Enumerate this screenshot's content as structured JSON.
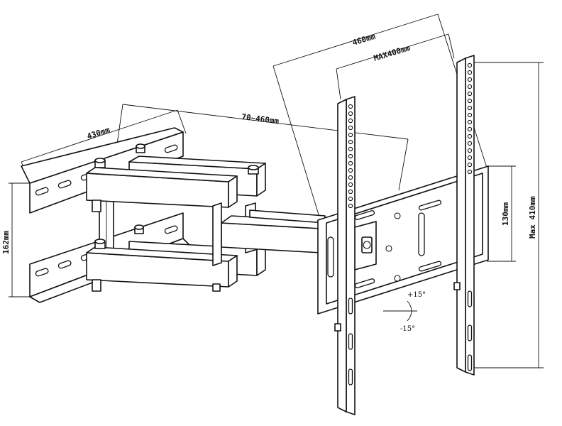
{
  "dimensions": {
    "width_mount": "430mm",
    "extension": "70~460mm",
    "height_mount": "162mm",
    "max_width": "460mm",
    "vesa_width": "MAX400mm",
    "plate_height": "130mm",
    "max_height": "Max 410mm"
  },
  "tilt": {
    "up": "+15°",
    "down": "-15°"
  }
}
